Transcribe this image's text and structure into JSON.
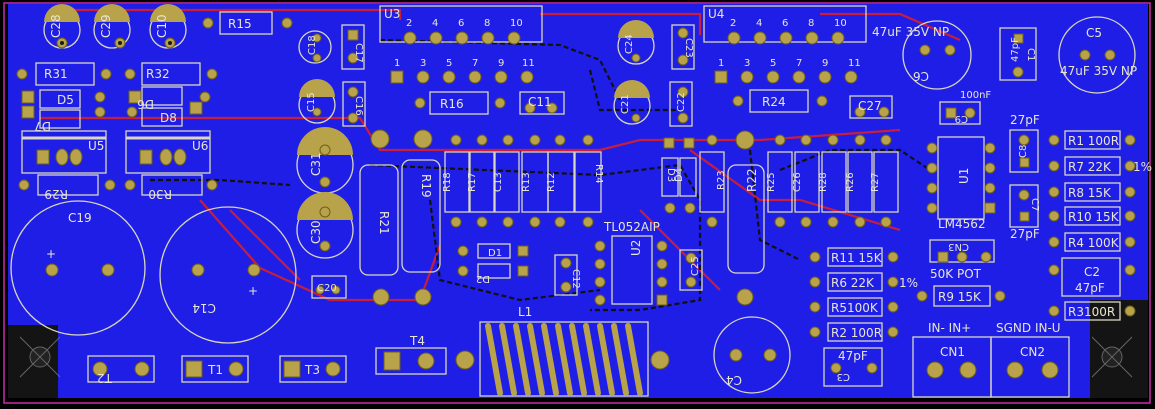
{
  "board": {
    "colors": {
      "copper_pour": "#1f1ee6",
      "background": "#000000",
      "silkscreen": "#e8e6d0",
      "pad": "#b8a24a",
      "top_trace": "#c81e3a",
      "bottom_trace": "#111111",
      "board_edge": "#cc2aa8"
    }
  },
  "labels": {
    "c28": "C28",
    "c29": "C29",
    "c10": "C10",
    "r15": "R15",
    "c18": "C18",
    "c17": "C17",
    "u3": "U3",
    "u4": "U4",
    "u3_pins_top": [
      "2",
      "4",
      "6",
      "8",
      "10"
    ],
    "u3_pins_bot": [
      "1",
      "3",
      "5",
      "7",
      "9",
      "11"
    ],
    "u4_pins_top": [
      "2",
      "4",
      "6",
      "8",
      "10"
    ],
    "u4_pins_bot": [
      "1",
      "3",
      "5",
      "7",
      "9",
      "11"
    ],
    "c24": "C24",
    "c23": "C23",
    "c6": "C6",
    "c6_value": "47uF 35V NP",
    "c1": "C1",
    "c1_value": "47pF",
    "c5": "C5",
    "c5_value": "47uF 35V NP",
    "r31": "R31",
    "r32": "R32",
    "d5": "D5",
    "d6": "D6",
    "d7": "D7",
    "d8": "D8",
    "c15": "C15",
    "c16": "C16",
    "r16": "R16",
    "c11": "C11",
    "c21": "C21",
    "c22": "C22",
    "r24": "R24",
    "c27": "C27",
    "c9_value": "100nF",
    "c9": "C9",
    "u5": "U5",
    "u6": "U6",
    "r29": "R29",
    "r30": "R30",
    "c31": "C31",
    "r19": "R19",
    "r18": "R18",
    "r17": "R17",
    "c13": "C13",
    "r13": "R13",
    "r12": "R12",
    "r14": "R14",
    "d3": "D3",
    "d4": "D4",
    "r23": "R23",
    "r22": "R22",
    "r25": "R25",
    "c26": "C26",
    "r28": "R28",
    "r26": "R26",
    "r27": "R27",
    "u1": "U1",
    "u1_part": "LM4562",
    "c8": "C8",
    "c8_value": "27pF",
    "c7": "C7",
    "c7_value": "27pF",
    "r1": "R1 100R",
    "r7": "R7 22K",
    "r8": "R8 15K",
    "r10": "R10 15K",
    "r4": "R4 100K",
    "pct": "1%",
    "c19": "C19",
    "c14": "C14",
    "c30": "C30",
    "r21": "R21",
    "u2": "U2",
    "u2_part": "TL052AIP",
    "d1": "D1",
    "d2": "D2",
    "c12": "C12",
    "c25": "C25",
    "c20": "C20",
    "r11": "R11 15K",
    "r6": "R6 22K",
    "r5": "R5100K",
    "r2": "R2 100R",
    "pct2": "1%",
    "cn3": "CN3",
    "pot": "50K POT",
    "r9": "R9 15K",
    "c2": "C2",
    "c2_value": "47pF",
    "r3": "R3100R",
    "t1": "T1",
    "t2": "T2",
    "t3": "T3",
    "t4": "T4",
    "l1": "L1",
    "c4": "C4",
    "c3": "C3",
    "c3_value": "47pF",
    "cn1": "CN1",
    "cn1_pins": "IN-  IN+",
    "cn2": "CN2",
    "cn2_pins": "SGND  IN-U"
  }
}
